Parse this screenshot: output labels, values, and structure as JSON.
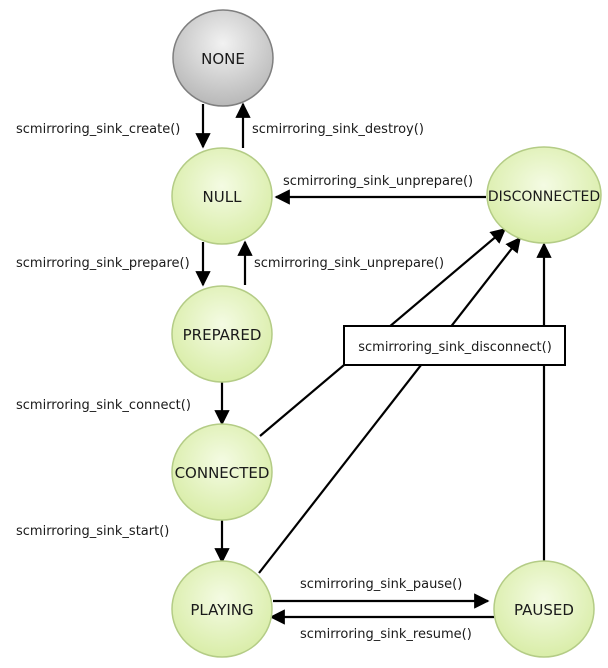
{
  "states": {
    "none": "NONE",
    "null": "NULL",
    "prepared": "PREPARED",
    "connected": "CONNECTED",
    "playing": "PLAYING",
    "paused": "PAUSED",
    "disconnected": "DISCONNECTED"
  },
  "transitions": {
    "create": "scmirroring_sink_create()",
    "destroy": "scmirroring_sink_destroy()",
    "unprepare_disconnected": "scmirroring_sink_unprepare()",
    "prepare": "scmirroring_sink_prepare()",
    "unprepare_prepared": "scmirroring_sink_unprepare()",
    "disconnect": "scmirroring_sink_disconnect()",
    "connect": "scmirroring_sink_connect()",
    "start": "scmirroring_sink_start()",
    "pause": "scmirroring_sink_pause()",
    "resume": "scmirroring_sink_resume()"
  },
  "colors": {
    "state_fill": "#e6f5c2",
    "state_stroke": "#b4cc86",
    "none_fill": "#cccccc",
    "none_stroke": "#7f7f7f",
    "edge": "#000000"
  }
}
